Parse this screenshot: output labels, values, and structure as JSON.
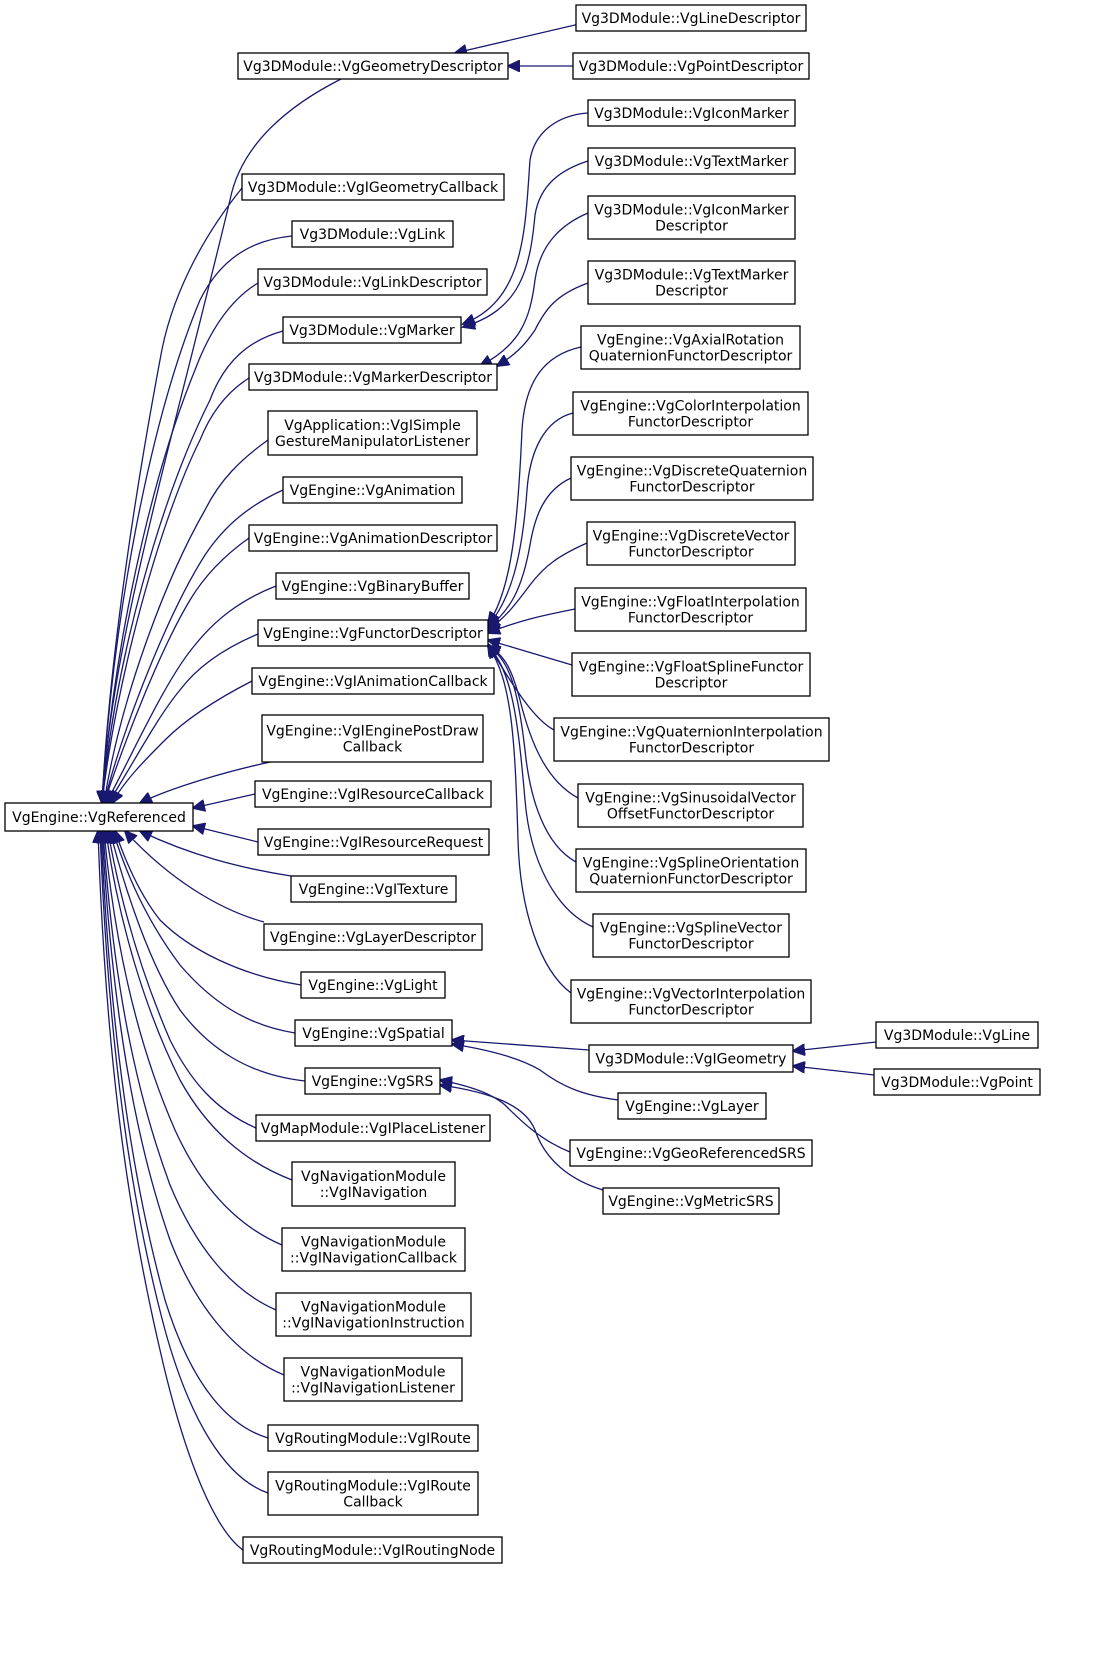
{
  "diagram": {
    "colors": {
      "edge": "#191970",
      "node_border": "#000000",
      "node_fill": "#ffffff",
      "text": "#000000"
    },
    "nodes": [
      {
        "id": "root",
        "lines": [
          "VgEngine::VgReferenced"
        ]
      },
      {
        "id": "geomdesc",
        "lines": [
          "Vg3DModule::VgGeometryDescriptor"
        ]
      },
      {
        "id": "linedesc",
        "lines": [
          "Vg3DModule::VgLineDescriptor"
        ]
      },
      {
        "id": "pointdesc",
        "lines": [
          "Vg3DModule::VgPointDescriptor"
        ]
      },
      {
        "id": "igeomcb",
        "lines": [
          "Vg3DModule::VgIGeometryCallback"
        ]
      },
      {
        "id": "link",
        "lines": [
          "Vg3DModule::VgLink"
        ]
      },
      {
        "id": "linkdesc",
        "lines": [
          "Vg3DModule::VgLinkDescriptor"
        ]
      },
      {
        "id": "marker",
        "lines": [
          "Vg3DModule::VgMarker"
        ]
      },
      {
        "id": "iconmarker",
        "lines": [
          "Vg3DModule::VgIconMarker"
        ]
      },
      {
        "id": "textmarker",
        "lines": [
          "Vg3DModule::VgTextMarker"
        ]
      },
      {
        "id": "markerdesc",
        "lines": [
          "Vg3DModule::VgMarkerDescriptor"
        ]
      },
      {
        "id": "iconmarkerdesc",
        "lines": [
          "Vg3DModule::VgIconMarker",
          "Descriptor"
        ]
      },
      {
        "id": "textmarkerdesc",
        "lines": [
          "Vg3DModule::VgTextMarker",
          "Descriptor"
        ]
      },
      {
        "id": "gesture",
        "lines": [
          "VgApplication::VgISimple",
          "GestureManipulatorListener"
        ]
      },
      {
        "id": "animation",
        "lines": [
          "VgEngine::VgAnimation"
        ]
      },
      {
        "id": "animdesc",
        "lines": [
          "VgEngine::VgAnimationDescriptor"
        ]
      },
      {
        "id": "binbuf",
        "lines": [
          "VgEngine::VgBinaryBuffer"
        ]
      },
      {
        "id": "functor",
        "lines": [
          "VgEngine::VgFunctorDescriptor"
        ]
      },
      {
        "id": "axialrot",
        "lines": [
          "VgEngine::VgAxialRotation",
          "QuaternionFunctorDescriptor"
        ]
      },
      {
        "id": "colorinterp",
        "lines": [
          "VgEngine::VgColorInterpolation",
          "FunctorDescriptor"
        ]
      },
      {
        "id": "discquat",
        "lines": [
          "VgEngine::VgDiscreteQuaternion",
          "FunctorDescriptor"
        ]
      },
      {
        "id": "discvec",
        "lines": [
          "VgEngine::VgDiscreteVector",
          "FunctorDescriptor"
        ]
      },
      {
        "id": "floatinterp",
        "lines": [
          "VgEngine::VgFloatInterpolation",
          "FunctorDescriptor"
        ]
      },
      {
        "id": "floatspline",
        "lines": [
          "VgEngine::VgFloatSplineFunctor",
          "Descriptor"
        ]
      },
      {
        "id": "quatinterp",
        "lines": [
          "VgEngine::VgQuaternionInterpolation",
          "FunctorDescriptor"
        ]
      },
      {
        "id": "sinus",
        "lines": [
          "VgEngine::VgSinusoidalVector",
          "OffsetFunctorDescriptor"
        ]
      },
      {
        "id": "splineorient",
        "lines": [
          "VgEngine::VgSplineOrientation",
          "QuaternionFunctorDescriptor"
        ]
      },
      {
        "id": "splinevec",
        "lines": [
          "VgEngine::VgSplineVector",
          "FunctorDescriptor"
        ]
      },
      {
        "id": "vecinterp",
        "lines": [
          "VgEngine::VgVectorInterpolation",
          "FunctorDescriptor"
        ]
      },
      {
        "id": "ianimcb",
        "lines": [
          "VgEngine::VgIAnimationCallback"
        ]
      },
      {
        "id": "postdraw",
        "lines": [
          "VgEngine::VgIEnginePostDraw",
          "Callback"
        ]
      },
      {
        "id": "rescb",
        "lines": [
          "VgEngine::VgIResourceCallback"
        ]
      },
      {
        "id": "resreq",
        "lines": [
          "VgEngine::VgIResourceRequest"
        ]
      },
      {
        "id": "texture",
        "lines": [
          "VgEngine::VgITexture"
        ]
      },
      {
        "id": "layerdesc",
        "lines": [
          "VgEngine::VgLayerDescriptor"
        ]
      },
      {
        "id": "light",
        "lines": [
          "VgEngine::VgLight"
        ]
      },
      {
        "id": "spatial",
        "lines": [
          "VgEngine::VgSpatial"
        ]
      },
      {
        "id": "igeom",
        "lines": [
          "Vg3DModule::VgIGeometry"
        ]
      },
      {
        "id": "line",
        "lines": [
          "Vg3DModule::VgLine"
        ]
      },
      {
        "id": "point",
        "lines": [
          "Vg3DModule::VgPoint"
        ]
      },
      {
        "id": "layer",
        "lines": [
          "VgEngine::VgLayer"
        ]
      },
      {
        "id": "srs",
        "lines": [
          "VgEngine::VgSRS"
        ]
      },
      {
        "id": "georef",
        "lines": [
          "VgEngine::VgGeoReferencedSRS"
        ]
      },
      {
        "id": "metric",
        "lines": [
          "VgEngine::VgMetricSRS"
        ]
      },
      {
        "id": "placelist",
        "lines": [
          "VgMapModule::VgIPlaceListener"
        ]
      },
      {
        "id": "inav",
        "lines": [
          "VgNavigationModule",
          "::VgINavigation"
        ]
      },
      {
        "id": "inavcb",
        "lines": [
          "VgNavigationModule",
          "::VgINavigationCallback"
        ]
      },
      {
        "id": "inavinstr",
        "lines": [
          "VgNavigationModule",
          "::VgINavigationInstruction"
        ]
      },
      {
        "id": "inavlist",
        "lines": [
          "VgNavigationModule",
          "::VgINavigationListener"
        ]
      },
      {
        "id": "iroute",
        "lines": [
          "VgRoutingModule::VgIRoute"
        ]
      },
      {
        "id": "iroutecb",
        "lines": [
          "VgRoutingModule::VgIRoute",
          "Callback"
        ]
      },
      {
        "id": "iroutenode",
        "lines": [
          "VgRoutingModule::VgIRoutingNode"
        ]
      }
    ],
    "edges": [
      [
        "geomdesc",
        "root"
      ],
      [
        "igeomcb",
        "root"
      ],
      [
        "link",
        "root"
      ],
      [
        "linkdesc",
        "root"
      ],
      [
        "marker",
        "root"
      ],
      [
        "markerdesc",
        "root"
      ],
      [
        "gesture",
        "root"
      ],
      [
        "animation",
        "root"
      ],
      [
        "animdesc",
        "root"
      ],
      [
        "binbuf",
        "root"
      ],
      [
        "functor",
        "root"
      ],
      [
        "ianimcb",
        "root"
      ],
      [
        "postdraw",
        "root"
      ],
      [
        "rescb",
        "root"
      ],
      [
        "resreq",
        "root"
      ],
      [
        "texture",
        "root"
      ],
      [
        "layerdesc",
        "root"
      ],
      [
        "light",
        "root"
      ],
      [
        "spatial",
        "root"
      ],
      [
        "srs",
        "root"
      ],
      [
        "placelist",
        "root"
      ],
      [
        "inav",
        "root"
      ],
      [
        "inavcb",
        "root"
      ],
      [
        "inavinstr",
        "root"
      ],
      [
        "inavlist",
        "root"
      ],
      [
        "iroute",
        "root"
      ],
      [
        "iroutecb",
        "root"
      ],
      [
        "iroutenode",
        "root"
      ],
      [
        "linedesc",
        "geomdesc"
      ],
      [
        "pointdesc",
        "geomdesc"
      ],
      [
        "iconmarker",
        "marker"
      ],
      [
        "textmarker",
        "marker"
      ],
      [
        "iconmarkerdesc",
        "markerdesc"
      ],
      [
        "textmarkerdesc",
        "markerdesc"
      ],
      [
        "axialrot",
        "functor"
      ],
      [
        "colorinterp",
        "functor"
      ],
      [
        "discquat",
        "functor"
      ],
      [
        "discvec",
        "functor"
      ],
      [
        "floatinterp",
        "functor"
      ],
      [
        "floatspline",
        "functor"
      ],
      [
        "quatinterp",
        "functor"
      ],
      [
        "sinus",
        "functor"
      ],
      [
        "splineorient",
        "functor"
      ],
      [
        "splinevec",
        "functor"
      ],
      [
        "vecinterp",
        "functor"
      ],
      [
        "igeom",
        "spatial"
      ],
      [
        "layer",
        "spatial"
      ],
      [
        "line",
        "igeom"
      ],
      [
        "point",
        "igeom"
      ],
      [
        "georef",
        "srs"
      ],
      [
        "metric",
        "srs"
      ]
    ]
  }
}
